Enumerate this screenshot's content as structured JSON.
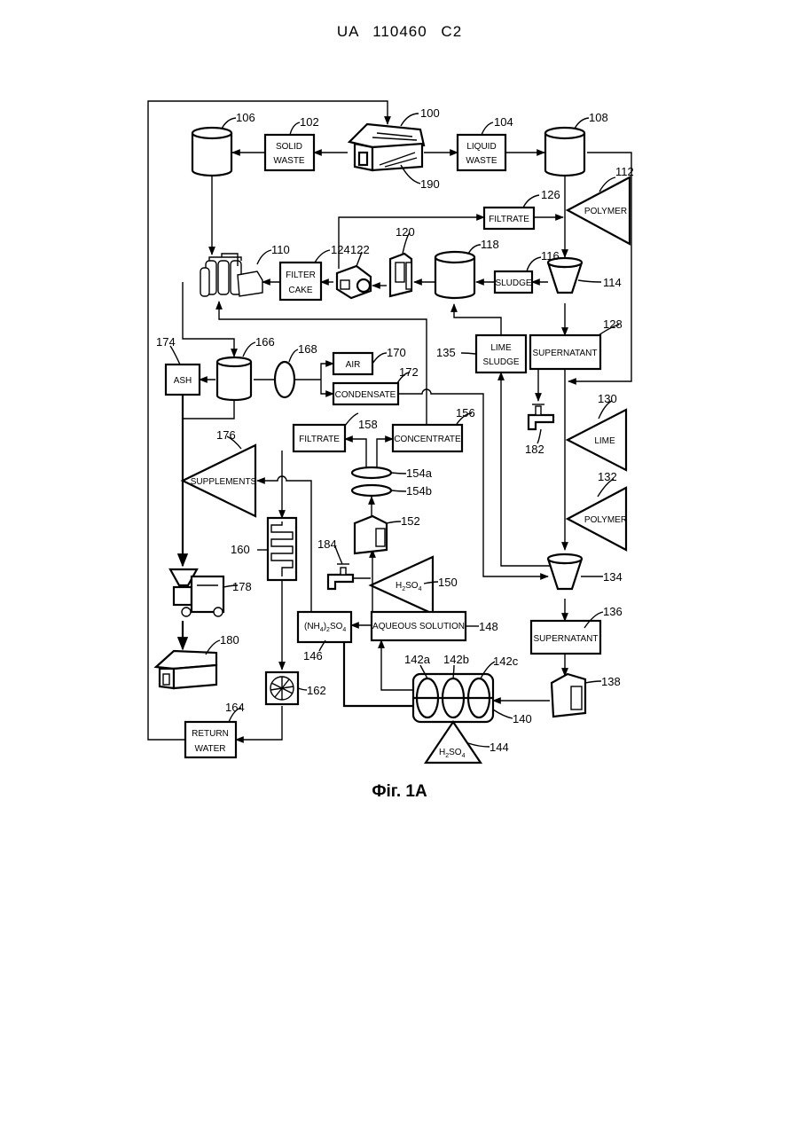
{
  "header": "UA 110460 C2",
  "caption": "Фіг. 1A",
  "nodes": {
    "solid_waste": [
      "SOLID",
      "WASTE"
    ],
    "liquid_waste": [
      "LIQUID",
      "WASTE"
    ],
    "filtrate_126": "FILTRATE",
    "polymer_112": "POLYMER",
    "filter_cake": [
      "FILTER",
      "CAKE"
    ],
    "sludge": "SLUDGE",
    "lime_sludge": [
      "LIME",
      "SLUDGE"
    ],
    "supernatant_128": "SUPERNATANT",
    "ash": "ASH",
    "air": "AIR",
    "condensate": "CONDENSATE",
    "lime": "LIME",
    "filtrate_158": "FILTRATE",
    "concentrate": "CONCENTRATE",
    "supplements": "SUPPLEMENTS",
    "polymer_132": "POLYMER",
    "h2so4_150": [
      "H",
      "2",
      "SO",
      "4"
    ],
    "ammonium_sulfate": [
      "(NH",
      "4",
      ")",
      "2",
      "SO",
      "4"
    ],
    "aqueous_solution": "AQUEOUS SOLUTION",
    "supernatant_136": "SUPERNATANT",
    "return_water": [
      "RETURN",
      "WATER"
    ],
    "h2so4_144": [
      "H",
      "2",
      "SO",
      "4"
    ]
  },
  "refs": {
    "r100": "100",
    "r102": "102",
    "r104": "104",
    "r106": "106",
    "r108": "108",
    "r110": "110",
    "r112": "112",
    "r114": "114",
    "r116": "116",
    "r118": "118",
    "r120": "120",
    "r122": "122",
    "r124": "124",
    "r126": "126",
    "r128": "128",
    "r130": "130",
    "r132": "132",
    "r134": "134",
    "r135": "135",
    "r136": "136",
    "r138": "138",
    "r140": "140",
    "r142a": "142a",
    "r142b": "142b",
    "r142c": "142c",
    "r144": "144",
    "r146": "146",
    "r148": "148",
    "r150": "150",
    "r152": "152",
    "r154a": "154a",
    "r154b": "154b",
    "r156": "156",
    "r158": "158",
    "r160": "160",
    "r162": "162",
    "r164": "164",
    "r166": "166",
    "r168": "168",
    "r170": "170",
    "r172": "172",
    "r174": "174",
    "r176": "176",
    "r178": "178",
    "r180": "180",
    "r182": "182",
    "r184": "184",
    "r190": "190"
  }
}
